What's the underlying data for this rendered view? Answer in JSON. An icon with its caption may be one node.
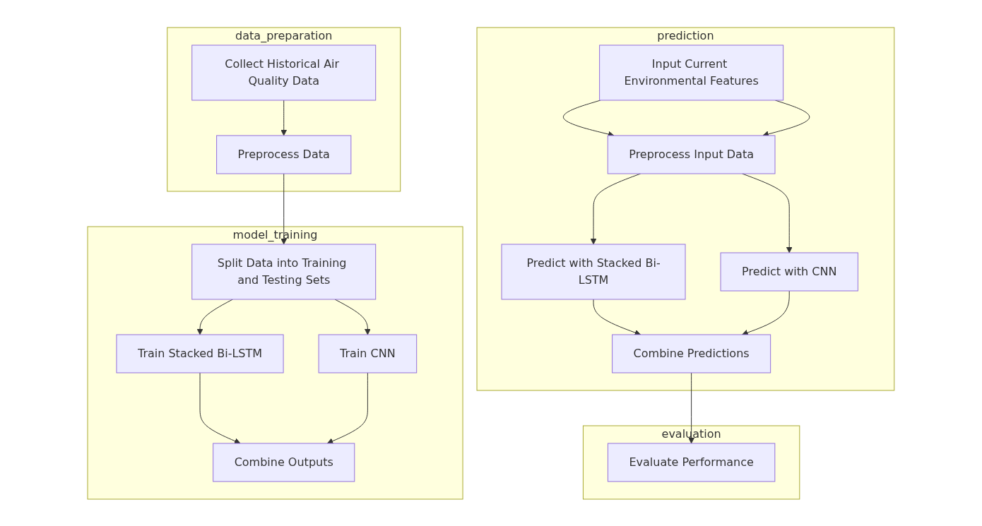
{
  "diagram": {
    "nodes": [
      {
        "text": [
          "data_preparation"
        ]
      },
      {
        "text": [
          "Collect Historical Air Quality Data"
        ],
        "in": 0
      },
      {
        "text": [
          "Preprocess Data"
        ],
        "in": 0
      },
      {
        "text": [
          "model_training"
        ]
      },
      {
        "text": [
          "Split Data into Training and Testing Sets"
        ],
        "in": 3
      },
      {
        "text": [
          "Train Stacked Bi-LSTM"
        ],
        "in": 3
      },
      {
        "text": [
          "Train CNN"
        ],
        "in": 3
      },
      {
        "text": [
          "Combine Outputs"
        ],
        "in": 3
      },
      {
        "text": [
          "prediction"
        ]
      },
      {
        "text": [
          "Input Current Environmental Features"
        ],
        "in": 8
      },
      {
        "text": [
          "Preprocess Input Data"
        ],
        "in": 8
      },
      {
        "text": [
          "Predict with Stacked Bi-LSTM"
        ],
        "in": 8
      },
      {
        "text": [
          "Predict with CNN"
        ],
        "in": 8
      },
      {
        "text": [
          "Combine Predictions"
        ],
        "in": 8
      },
      {
        "text": [
          "evaluation"
        ]
      },
      {
        "text": [
          "Evaluate Performance"
        ],
        "in": 14
      }
    ],
    "edges": [
      {
        "from": 1,
        "to": 2,
        "arrow": "to"
      },
      {
        "from": 2,
        "to": 4,
        "arrow": "to"
      },
      {
        "from": 4,
        "to": 5,
        "arrow": "to"
      },
      {
        "from": 4,
        "to": 6,
        "arrow": "to"
      },
      {
        "from": 5,
        "to": 7,
        "arrow": "to"
      },
      {
        "from": 6,
        "to": 7,
        "arrow": "to"
      },
      {
        "from": 9,
        "to": 10,
        "arrow": "to"
      },
      {
        "from": 9,
        "to": 10,
        "arrow": "to"
      },
      {
        "from": 10,
        "to": 11,
        "arrow": "to"
      },
      {
        "from": 10,
        "to": 12,
        "arrow": "to"
      },
      {
        "from": 11,
        "to": 13,
        "arrow": "to"
      },
      {
        "from": 12,
        "to": 13,
        "arrow": "to"
      },
      {
        "from": 13,
        "to": 15,
        "arrow": "to"
      }
    ]
  }
}
